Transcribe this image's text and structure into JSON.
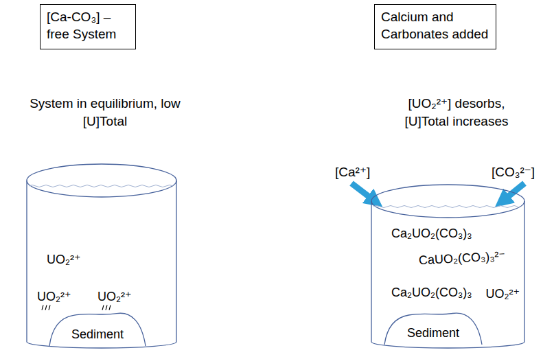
{
  "diagram": {
    "nodes": [
      {
        "text": [
          "[Ca-CO₃] – free System"
        ]
      },
      {
        "text": [
          "UO₂²⁺",
          "UO₂²⁺",
          "UO₂²⁺"
        ]
      },
      {
        "text": [
          "Sediment"
        ],
        "in": 1
      },
      {
        "text": [
          "Calcium and Carbonates added"
        ]
      },
      {
        "text": [
          "Ca₂UO₂(CO₃)₃",
          "CaUO₂(CO₃)₃²⁻",
          "Ca₂UO₂(CO₃)₃",
          "UO₂²⁺"
        ]
      },
      {
        "text": [
          "Sediment"
        ],
        "in": 4
      }
    ],
    "labels": [
      "System in equilibrium, low [U]Total",
      "[UO₂²⁺] desorbs, [U]Total increases",
      "[Ca²⁺]",
      "[CO₃²⁻]"
    ]
  }
}
